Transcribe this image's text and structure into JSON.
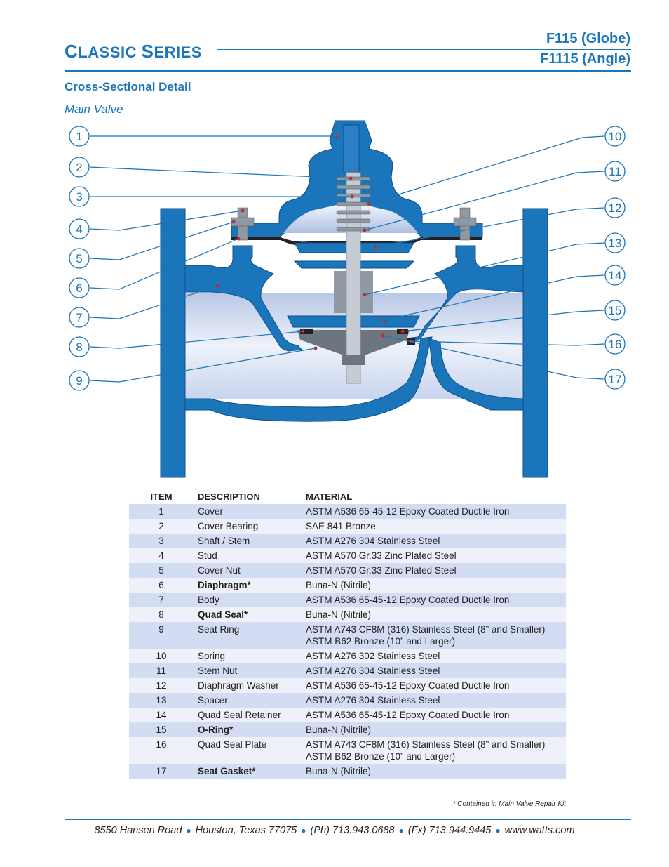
{
  "header": {
    "series_first_initial": "C",
    "series_first_rest": "LASSIC",
    "series_second_initial": "S",
    "series_second_rest": "ERIES",
    "model_globe": "F115 (Globe)",
    "model_angle": "F1115 (Angle)"
  },
  "section_title": "Cross-Sectional Detail",
  "subsection_title": "Main Valve",
  "diagram": {
    "callouts_left": [
      "1",
      "2",
      "3",
      "4",
      "5",
      "6",
      "7",
      "8",
      "9"
    ],
    "callouts_right": [
      "10",
      "11",
      "12",
      "13",
      "14",
      "15",
      "16",
      "17"
    ],
    "colors": {
      "body_blue": "#1b75bb",
      "body_dark": "#0d4f8a",
      "cavity_light": "#dfe6f3",
      "part_gray": "#8f99a3",
      "stem_gray": "#c5ccd3",
      "gasket_black": "#231f20",
      "marker_red": "#c1272d"
    }
  },
  "table": {
    "headers": {
      "item": "ITEM",
      "description": "DESCRIPTION",
      "material": "MATERIAL"
    },
    "rows": [
      {
        "item": "1",
        "description": "Cover",
        "material": [
          "ASTM A536 65-45-12 Epoxy Coated Ductile Iron"
        ]
      },
      {
        "item": "2",
        "description": "Cover Bearing",
        "material": [
          "SAE 841 Bronze"
        ]
      },
      {
        "item": "3",
        "description": "Shaft / Stem",
        "material": [
          "ASTM A276 304 Stainless Steel"
        ]
      },
      {
        "item": "4",
        "description": "Stud",
        "material": [
          "ASTM A570 Gr.33 Zinc Plated Steel"
        ]
      },
      {
        "item": "5",
        "description": "Cover Nut",
        "material": [
          "ASTM A570 Gr.33 Zinc Plated Steel"
        ]
      },
      {
        "item": "6",
        "description": "Diaphragm*",
        "material": [
          "Buna-N (Nitrile)"
        ]
      },
      {
        "item": "7",
        "description": "Body",
        "material": [
          "ASTM A536 65-45-12 Epoxy Coated Ductile Iron"
        ]
      },
      {
        "item": "8",
        "description": "Quad Seal*",
        "material": [
          "Buna-N (Nitrile)"
        ]
      },
      {
        "item": "9",
        "description": "Seat Ring",
        "material": [
          "ASTM A743 CF8M (316) Stainless Steel (8” and Smaller)",
          "ASTM B62 Bronze (10” and Larger)"
        ]
      },
      {
        "item": "10",
        "description": "Spring",
        "material": [
          "ASTM A276 302 Stainless Steel"
        ]
      },
      {
        "item": "11",
        "description": "Stem Nut",
        "material": [
          "ASTM A276 304 Stainless Steel"
        ]
      },
      {
        "item": "12",
        "description": "Diaphragm Washer",
        "material": [
          "ASTM A536 65-45-12 Epoxy Coated Ductile Iron"
        ]
      },
      {
        "item": "13",
        "description": "Spacer",
        "material": [
          "ASTM A276 304 Stainless Steel"
        ]
      },
      {
        "item": "14",
        "description": "Quad Seal Retainer",
        "material": [
          "ASTM A536 65-45-12 Epoxy Coated Ductile Iron"
        ]
      },
      {
        "item": "15",
        "description": "O-Ring*",
        "material": [
          "Buna-N (Nitrile)"
        ]
      },
      {
        "item": "16",
        "description": "Quad Seal Plate",
        "material": [
          "ASTM A743 CF8M (316) Stainless Steel (8” and Smaller)",
          "ASTM B62 Bronze (10” and Larger)"
        ]
      },
      {
        "item": "17",
        "description": "Seat Gasket*",
        "material": [
          "Buna-N (Nitrile)"
        ]
      }
    ],
    "footnote": "* Contained in Main Valve Repair Kit"
  },
  "footer": {
    "address": "8550 Hansen Road",
    "city": "Houston, Texas 77075",
    "phone": "(Ph) 713.943.0688",
    "fax": "(Fx) 713.944.9445",
    "website": "www.watts.com"
  }
}
